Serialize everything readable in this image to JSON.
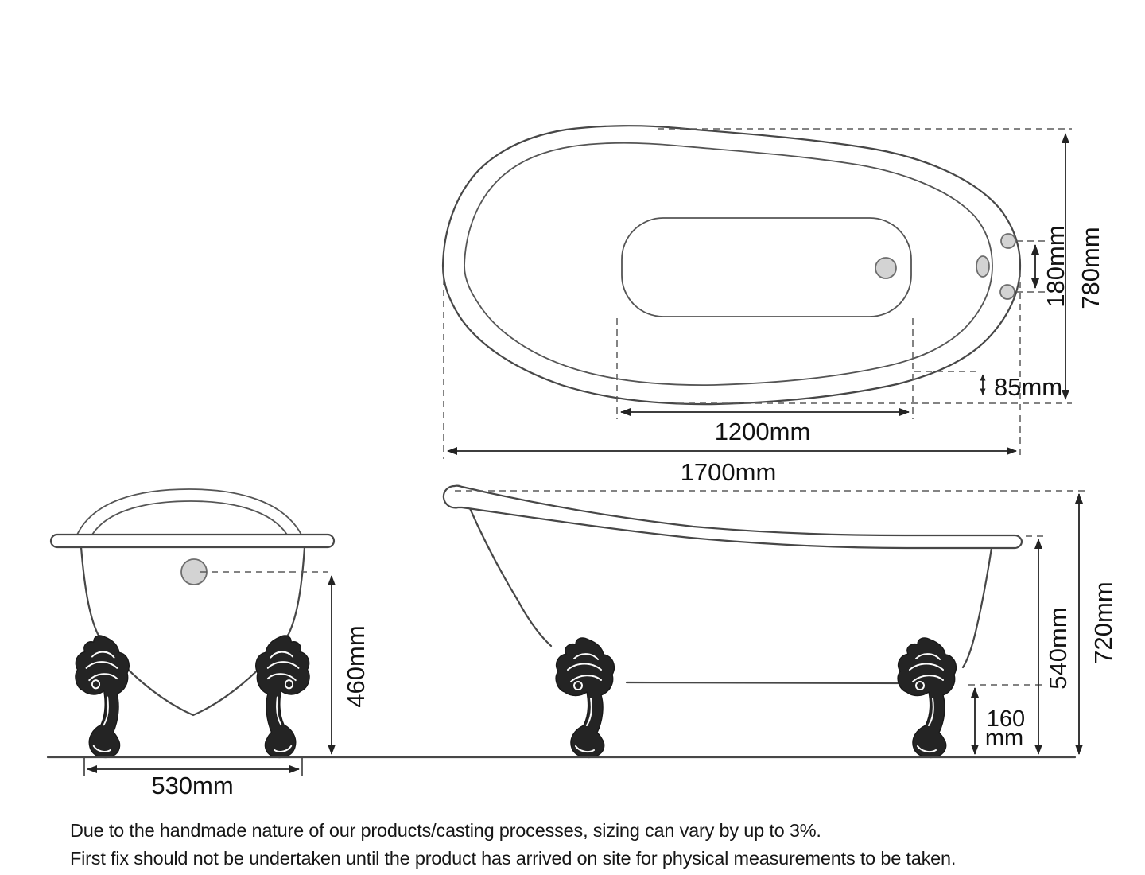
{
  "palette": {
    "line": "#474747",
    "dimension": "#232323",
    "hole_fill": "#d3d3d3",
    "background": "#ffffff"
  },
  "views": {
    "plan": {
      "dims": {
        "overall_length": "1700mm",
        "flat_bottom_length": "1200mm",
        "overall_width": "780mm",
        "tap_hole_centres": "180mm",
        "rim_ledge": "85mm"
      }
    },
    "front": {
      "dims": {
        "overflow_height": "460mm",
        "feet_span": "530mm"
      }
    },
    "side": {
      "dims": {
        "rim_height": "540mm",
        "overall_height": "720mm",
        "underside_clearance_value": "160",
        "underside_clearance_unit": "mm"
      }
    }
  },
  "footnote": {
    "line1": "Due to the handmade nature of our products/casting processes, sizing can vary by up to 3%.",
    "line2": "First fix should not be undertaken until the product has arrived on site for physical measurements to be taken."
  }
}
